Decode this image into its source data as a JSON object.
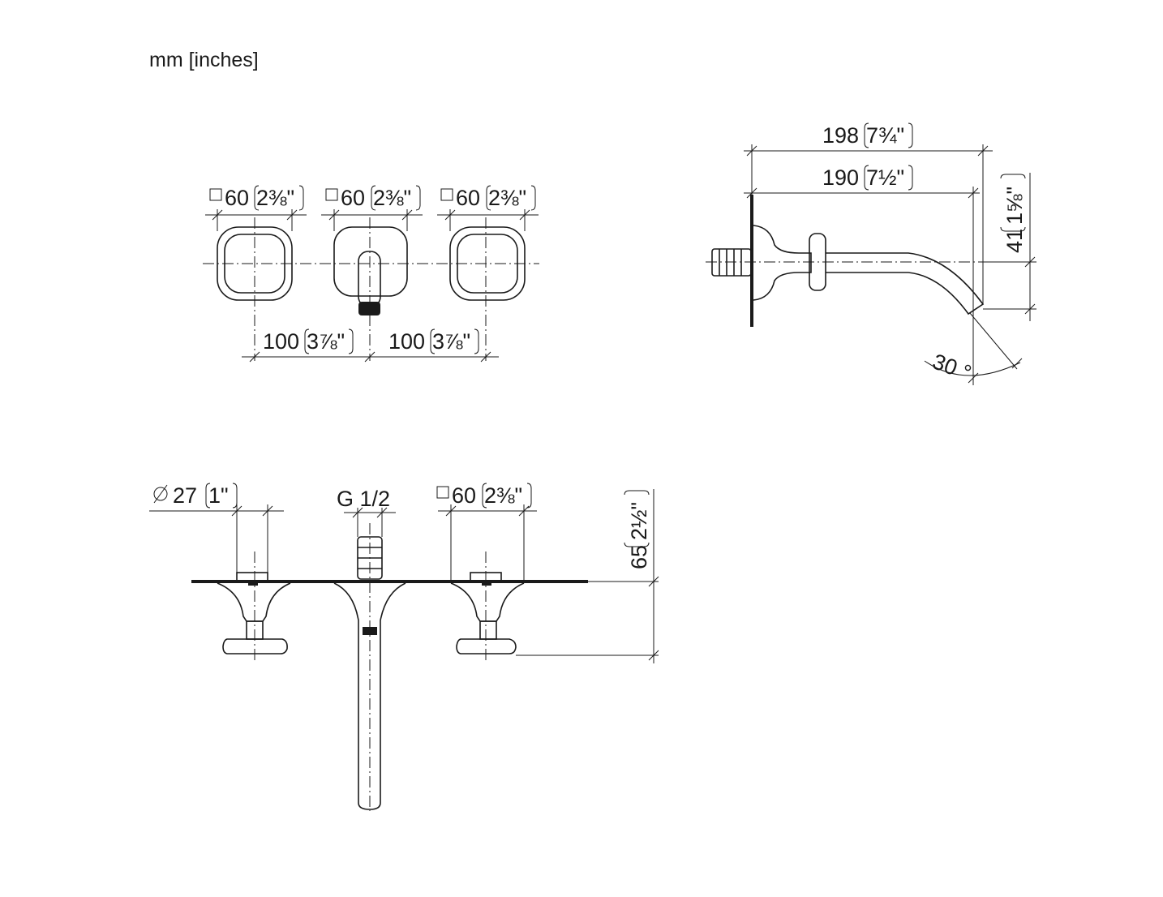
{
  "units_label": "mm [inches]",
  "front_view": {
    "handle_size": "60",
    "handle_size_inch": "2⅜\"",
    "spacing_left": "100",
    "spacing_left_inch": "3⅞\"",
    "spacing_right": "100",
    "spacing_right_inch": "3⅞\""
  },
  "side_view": {
    "overall_length": "198",
    "overall_length_inch": "7¾\"",
    "spout_length": "190",
    "spout_length_inch": "7½\"",
    "spout_drop": "41",
    "spout_drop_inch": "1⅝\"",
    "spout_angle": "30 °"
  },
  "top_view": {
    "diameter": "27",
    "diameter_inch": "1\"",
    "thread": "G 1/2",
    "handle_size": "60",
    "handle_size_inch": "2⅜\"",
    "depth": "65",
    "depth_inch": "2½\""
  }
}
